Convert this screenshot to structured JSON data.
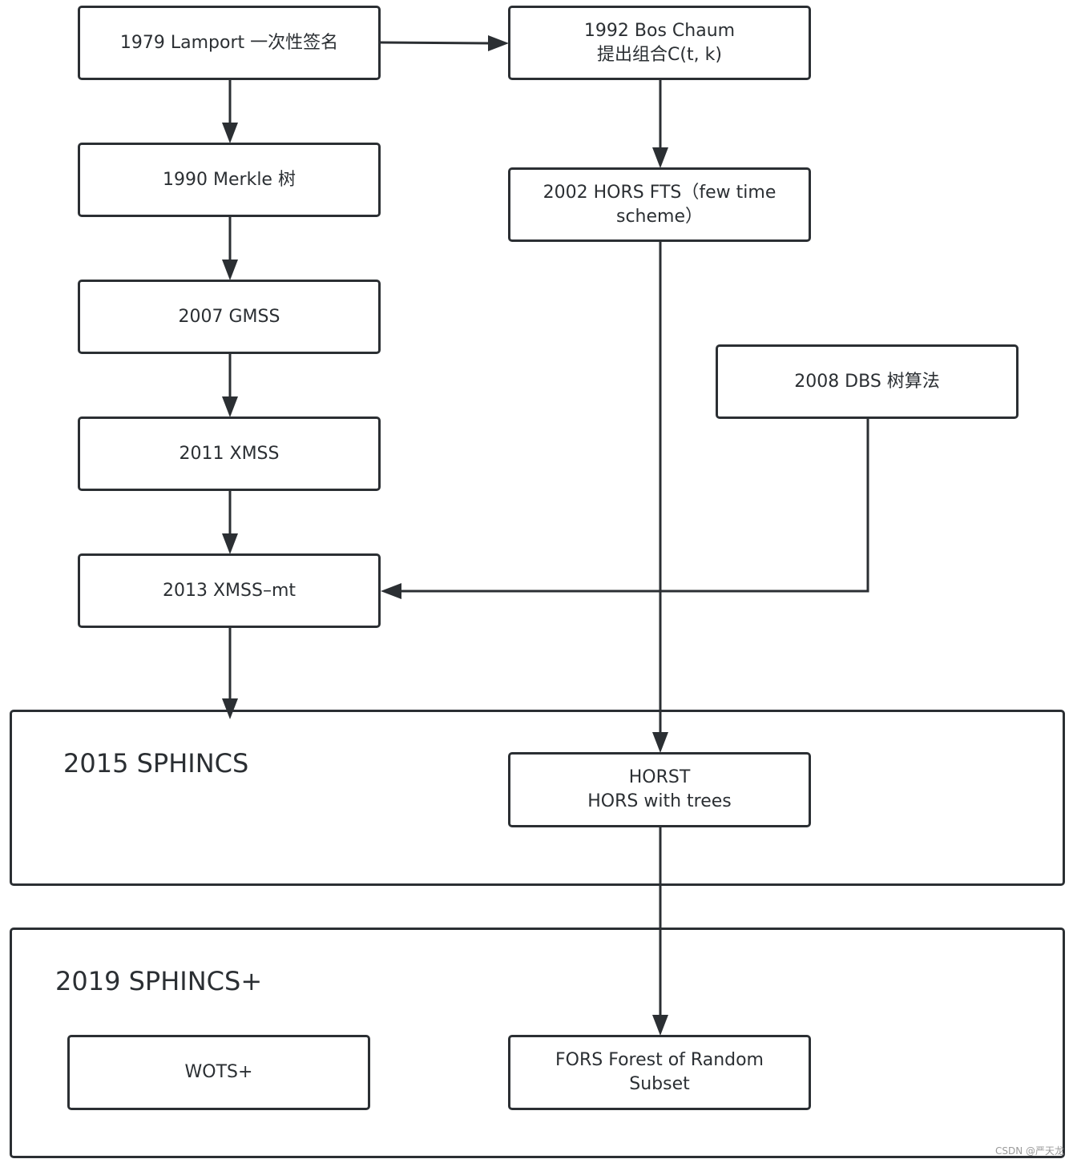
{
  "nodes": {
    "lamport": "1979 Lamport 一次性签名",
    "bos_chaum": "1992 Bos Chaum\n提出组合C(t, k)",
    "merkle": "1990 Merkle 树",
    "hors": "2002 HORS FTS（few time\nscheme）",
    "gmss": "2007 GMSS",
    "dbs": "2008 DBS 树算法",
    "xmss": "2011 XMSS",
    "xmss_mt": "2013 XMSS–mt",
    "horst": "HORST\nHORS with trees",
    "wots": "WOTS+",
    "fors": "FORS Forest of Random\nSubset"
  },
  "groups": {
    "sphincs": "2015 SPHINCS",
    "sphincs_plus": "2019 SPHINCS+"
  },
  "watermark": "CSDN @严天龙",
  "colors": {
    "stroke": "#2b2f33",
    "background": "#ffffff"
  }
}
